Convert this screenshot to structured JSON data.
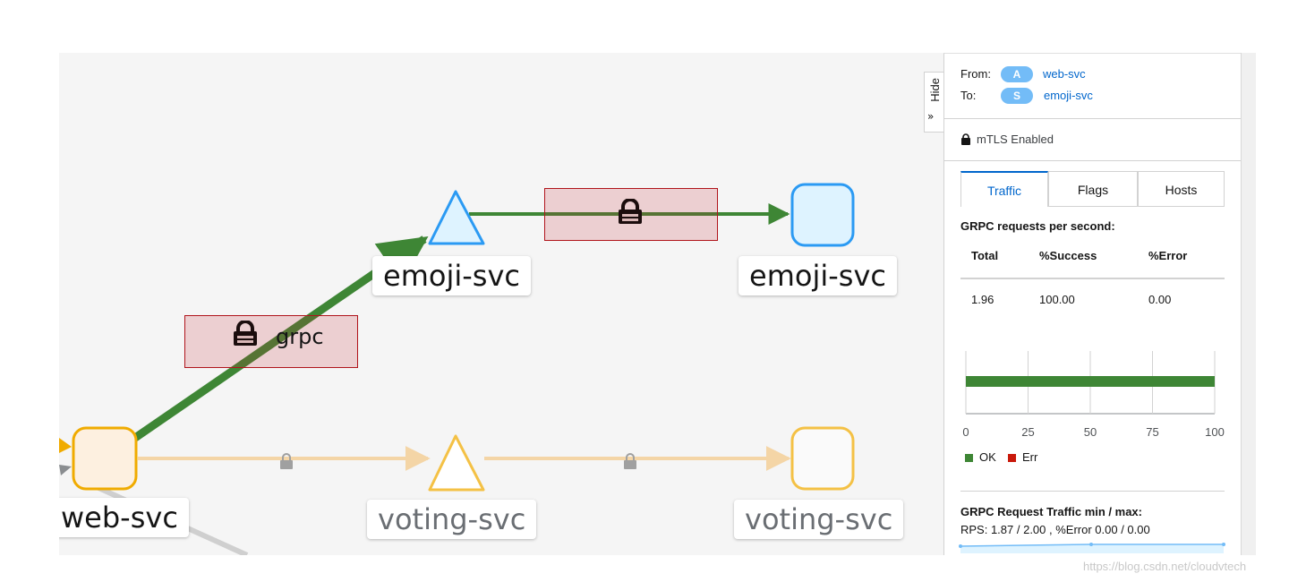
{
  "graph": {
    "nodes": {
      "web_svc": "web-svc",
      "emoji_svc_service": "emoji-svc",
      "emoji_svc_workload": "emoji-svc",
      "voting_svc_service": "voting-svc",
      "voting_svc_workload": "voting-svc"
    },
    "edge_label": "grpc",
    "colors": {
      "active_edge": "#3e8635",
      "inactive_edge": "#f4d5a6",
      "app_node": "#f0ab00",
      "service_node": "#2b9af3"
    }
  },
  "panel": {
    "hide_label": "Hide",
    "from_label": "From:",
    "to_label": "To:",
    "from_badge": "A",
    "to_badge": "S",
    "from_link": "web-svc",
    "to_link": "emoji-svc",
    "mtls": "mTLS Enabled",
    "tabs": [
      "Traffic",
      "Flags",
      "Hosts"
    ],
    "rps_title": "GRPC requests per second:",
    "table": {
      "headers": [
        "Total",
        "%Success",
        "%Error"
      ],
      "row": [
        "1.96",
        "100.00",
        "0.00"
      ]
    },
    "legend": {
      "ok": "OK",
      "err": "Err",
      "ok_color": "#3e8635",
      "err_color": "#c9190b"
    },
    "minmax_title": "GRPC Request Traffic min / max:",
    "minmax_value": "RPS: 1.87 / 2.00 , %Error 0.00 / 0.00"
  },
  "chart_data": {
    "type": "bar",
    "orientation": "horizontal",
    "categories": [
      ""
    ],
    "series": [
      {
        "name": "OK",
        "values": [
          100
        ]
      },
      {
        "name": "Err",
        "values": [
          0
        ]
      }
    ],
    "xlim": [
      0,
      100
    ],
    "xticks": [
      "0",
      "25",
      "50",
      "75",
      "100"
    ],
    "grid": true,
    "legend": "bottom-left"
  },
  "watermark": "https://blog.csdn.net/cloudvtech"
}
